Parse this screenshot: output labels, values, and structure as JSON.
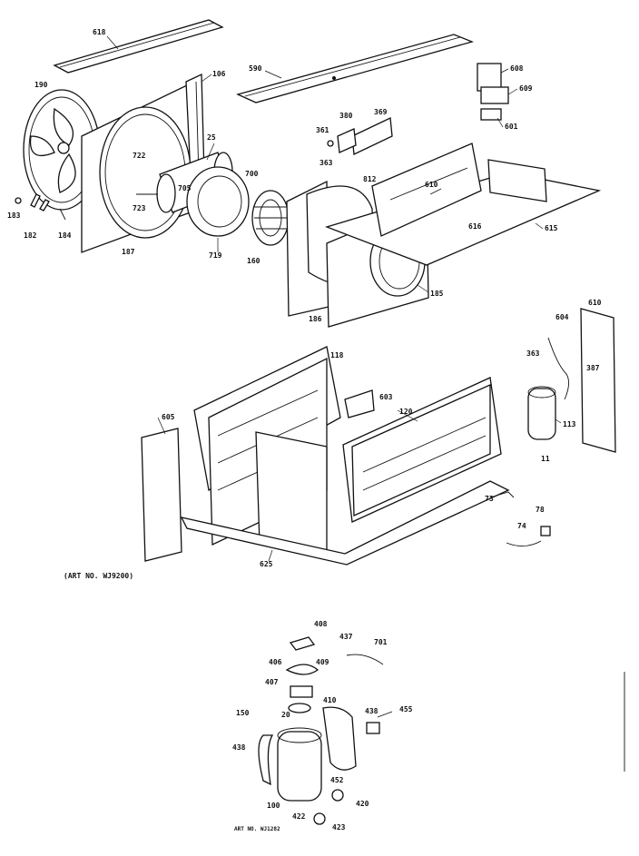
{
  "captions": {
    "upper_art": "(ART NO. WJ9200)",
    "lower_art": "ART NO. WJ1282"
  },
  "labels": [
    "618",
    "106",
    "190",
    "590",
    "608",
    "609",
    "369",
    "380",
    "361",
    "601",
    "363",
    "25",
    "722",
    "700",
    "705",
    "183",
    "723",
    "812",
    "610",
    "182",
    "184",
    "187",
    "719",
    "616",
    "615",
    "160",
    "186",
    "185",
    "604",
    "363",
    "610",
    "118",
    "387",
    "603",
    "120",
    "605",
    "113",
    "11",
    "73",
    "78",
    "74",
    "625",
    "408",
    "437",
    "701",
    "406",
    "409",
    "407",
    "410",
    "438",
    "455",
    "150",
    "20",
    "438",
    "452",
    "100",
    "422",
    "420",
    "423"
  ]
}
